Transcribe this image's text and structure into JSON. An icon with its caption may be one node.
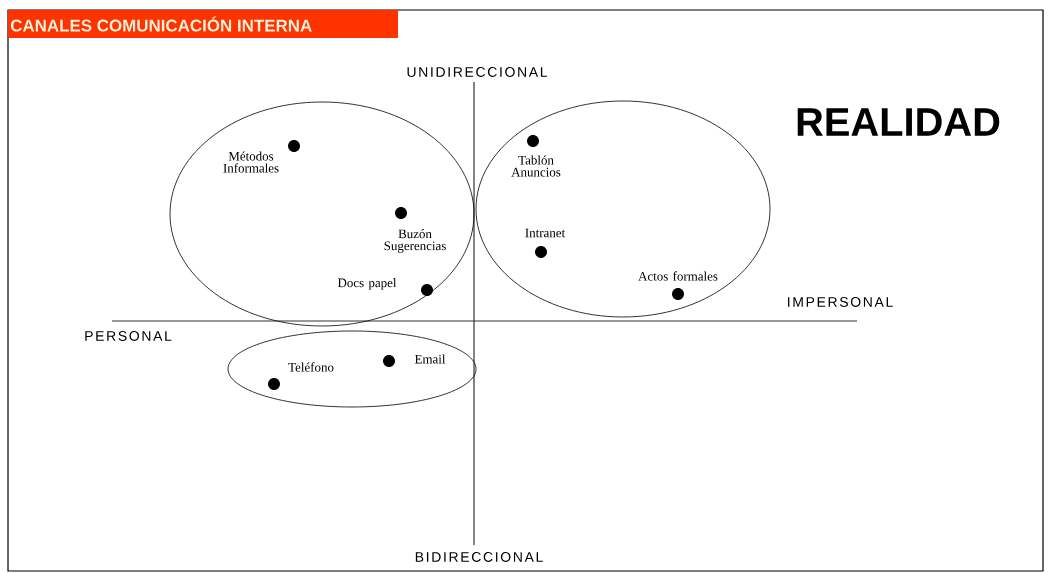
{
  "diagram": {
    "title": "CANALES COMUNICACIÓN INTERNA",
    "nodes": [
      {
        "text": [],
        "shape": "circle"
      },
      {
        "text": [],
        "shape": "circle"
      },
      {
        "text": [],
        "shape": "circle"
      },
      {
        "text": [
          "Métodos Informales"
        ],
        "in": 0
      },
      {
        "text": [
          "Buzón Sugerencias"
        ],
        "in": 0
      },
      {
        "text": [
          "Docs papel"
        ],
        "in": 0
      },
      {
        "text": [
          "Tablón Anuncios"
        ],
        "in": 1
      },
      {
        "text": [
          "Intranet"
        ],
        "in": 1
      },
      {
        "text": [
          "Actos formales"
        ],
        "in": 1
      },
      {
        "text": [
          "Teléfono"
        ],
        "in": 2
      },
      {
        "text": [
          "Email"
        ],
        "in": 2
      }
    ],
    "labels": [
      "UNIDIRECCIONAL",
      "REALIDAD",
      "IMPERSONAL",
      "PERSONAL",
      "BIDIRECCIONAL"
    ]
  }
}
